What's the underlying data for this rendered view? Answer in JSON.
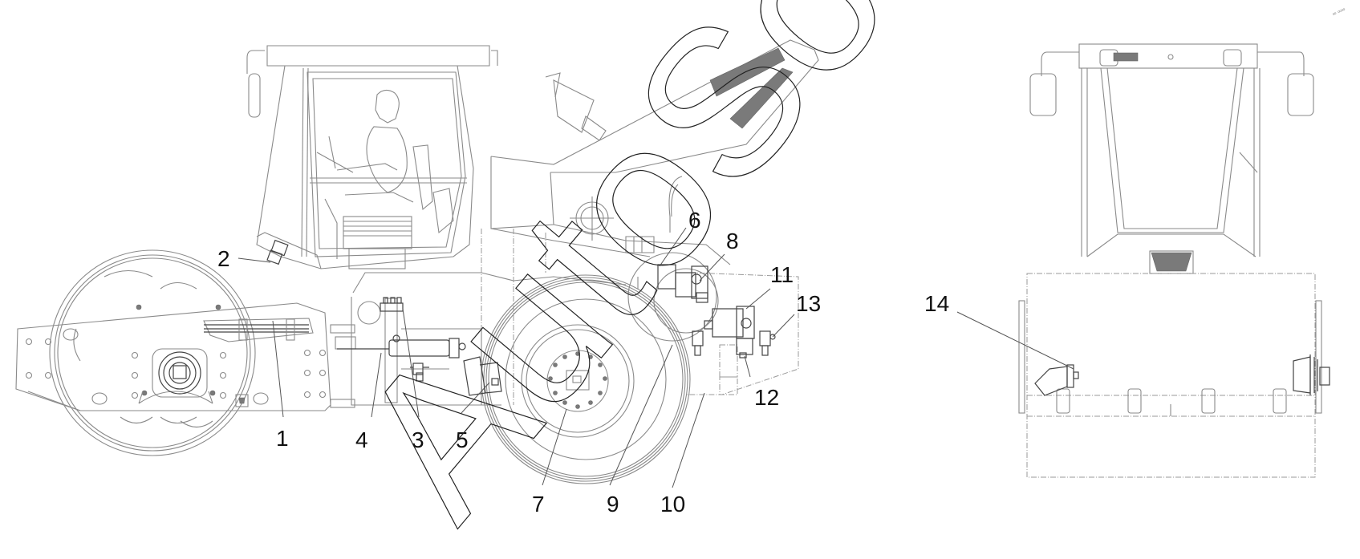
{
  "diagram": {
    "subject": "Vibratory roller hydraulic system component locations",
    "views": [
      {
        "name": "side-view",
        "label": ""
      },
      {
        "name": "rear-view",
        "label": ""
      }
    ],
    "callouts": [
      {
        "id": "1",
        "label": "1"
      },
      {
        "id": "2",
        "label": "2"
      },
      {
        "id": "3",
        "label": "3"
      },
      {
        "id": "4",
        "label": "4"
      },
      {
        "id": "5",
        "label": "5"
      },
      {
        "id": "6",
        "label": "6"
      },
      {
        "id": "7",
        "label": "7"
      },
      {
        "id": "8",
        "label": "8"
      },
      {
        "id": "9",
        "label": "9"
      },
      {
        "id": "10",
        "label": "10"
      },
      {
        "id": "11",
        "label": "11"
      },
      {
        "id": "12",
        "label": "12"
      },
      {
        "id": "13",
        "label": "13"
      },
      {
        "id": "14",
        "label": "14"
      }
    ],
    "watermark": "AutoSoft",
    "corner_mark": "∞ ∞∞"
  }
}
